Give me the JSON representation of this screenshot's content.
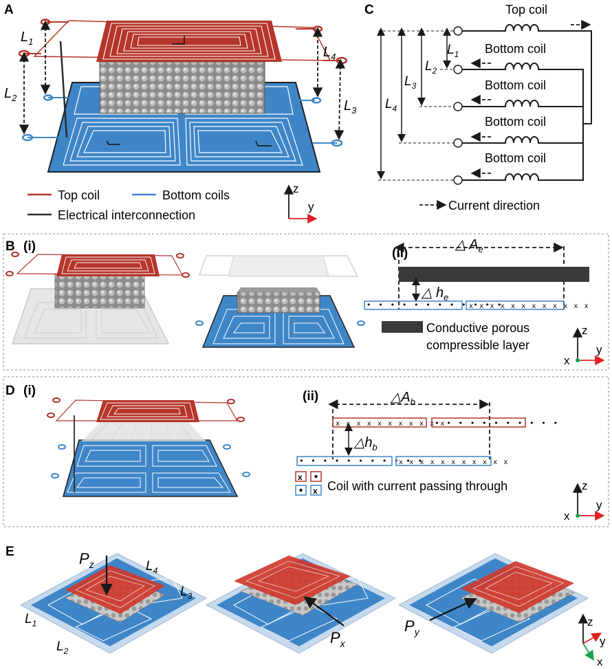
{
  "panels": {
    "a": "A",
    "b": "B",
    "c": "C",
    "d": "D",
    "e": "E",
    "sub_i": "(i)",
    "sub_ii": "(ii)"
  },
  "panel_a": {
    "dims": {
      "l1_main": "L",
      "l1_sub": "1",
      "l2_main": "L",
      "l2_sub": "2",
      "l3_main": "L",
      "l3_sub": "3",
      "l4_main": "L",
      "l4_sub": "4"
    },
    "legend": {
      "top_coil": "Top coil",
      "bottom_coils": "Bottom coils",
      "interconnection": "Electrical interconnection"
    },
    "axes": {
      "z": "z",
      "y": "y"
    }
  },
  "panel_c": {
    "top_coil": "Top coil",
    "bottom_coil": "Bottom coil",
    "current_direction": "Current direction"
  },
  "panel_b": {
    "delta_a_main": "△ A",
    "delta_a_sub": "e",
    "delta_h_main": "△ h",
    "delta_h_sub": "e",
    "layer_line1": "Conductive porous",
    "layer_line2": "compressible layer",
    "axes": {
      "z": "z",
      "y": "y",
      "x": "x"
    }
  },
  "panel_d": {
    "delta_a_main": "△A",
    "delta_a_sub": "b",
    "delta_h_main": "△h",
    "delta_h_sub": "b",
    "legend_text": "Coil with current passing through",
    "axes": {
      "z": "z",
      "y": "y",
      "x": "x"
    }
  },
  "panel_e": {
    "pz_main": "P",
    "pz_sub": "z",
    "px_main": "P",
    "px_sub": "x",
    "py_main": "P",
    "py_sub": "y",
    "axes": {
      "z": "z",
      "y": "y",
      "x": "x"
    }
  },
  "colors": {
    "top_coil": "#b5352a",
    "bottom_coil": "#3f86c8",
    "interconnection": "#2b2b2b",
    "porous_layer": "#3a3a3a",
    "axis_y": "#e02020",
    "axis_x": "#1aa34a"
  }
}
